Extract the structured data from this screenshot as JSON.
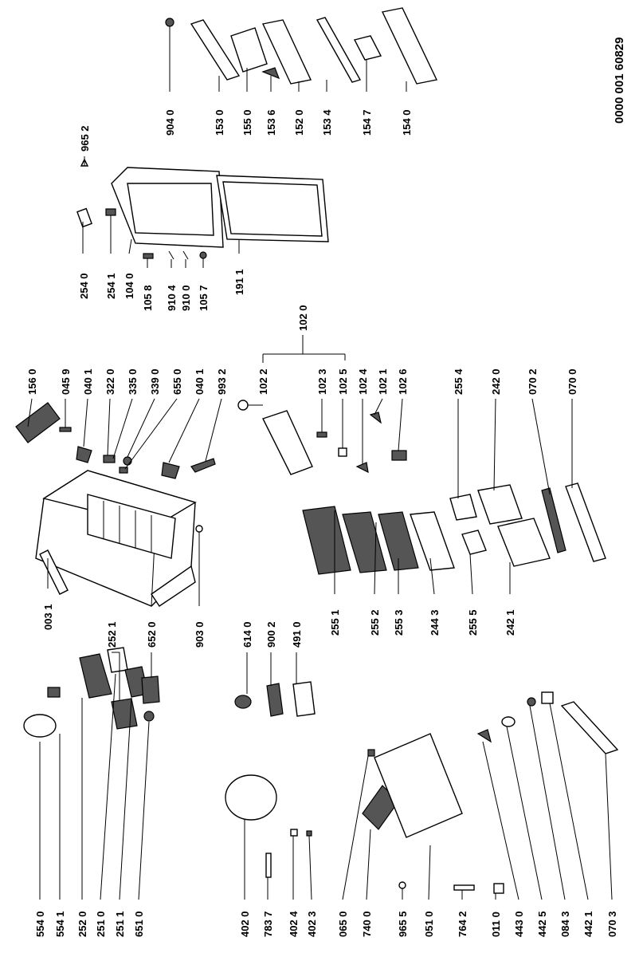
{
  "document_number": "0000 001 60829",
  "part_labels": [
    "554 0",
    "554 1",
    "252 0",
    "251 0",
    "251 1",
    "651 0",
    "402 0",
    "783 7",
    "402 4",
    "402 3",
    "065 0",
    "740 0",
    "965 5",
    "051 0",
    "764 2",
    "011 0",
    "443 0",
    "442 5",
    "084 3",
    "442 1",
    "070 3",
    "252 1",
    "652 0",
    "903 0",
    "614 0",
    "900 2",
    "491 0",
    "003 1",
    "156 0",
    "045 9",
    "040 1",
    "322 0",
    "335 0",
    "339 0",
    "655 0",
    "993 2",
    "255 1",
    "255 2",
    "255 3",
    "244 3",
    "255 5",
    "242 1",
    "255 4",
    "242 0",
    "070 2",
    "070 0",
    "102 2",
    "102 3",
    "102 5",
    "102 0",
    "102 4",
    "102 1",
    "102 6",
    "254 0",
    "254 1",
    "104 0",
    "105 8",
    "910 4",
    "910 0",
    "105 7",
    "191 1",
    "965 2",
    "904 0",
    "153 0",
    "155 0",
    "153 6",
    "152 0",
    "153 4",
    "154 7",
    "154 0"
  ]
}
